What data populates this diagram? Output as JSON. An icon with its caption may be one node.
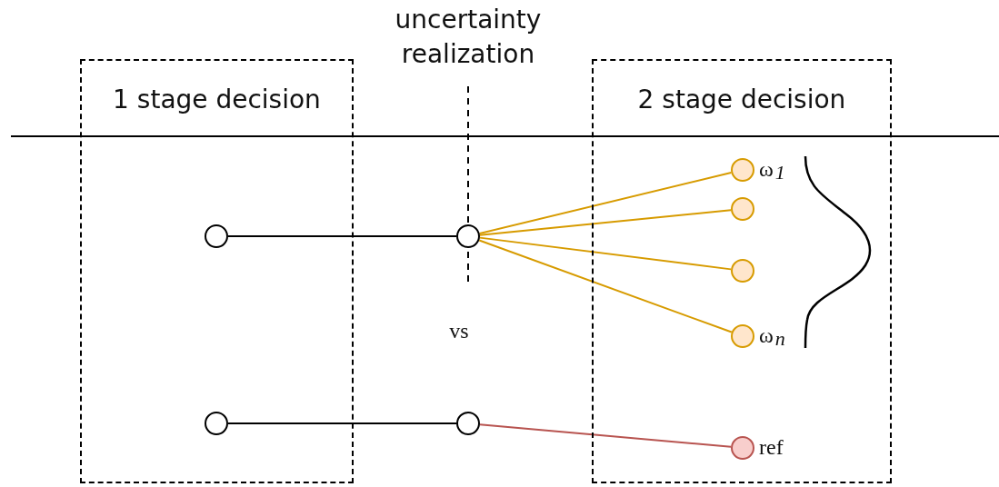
{
  "diagram": {
    "nodes": [
      {
        "text": [
          "1 stage decision"
        ]
      },
      {
        "text": [
          "2 stage decision"
        ]
      },
      {
        "text": [],
        "shape": "circle",
        "in": 0
      },
      {
        "text": [],
        "shape": "circle"
      },
      {
        "text": [],
        "shape": "circle",
        "in": 1,
        "beside": [
          "ω$_{1}$"
        ]
      },
      {
        "text": [],
        "shape": "circle",
        "in": 1
      },
      {
        "text": [],
        "shape": "circle",
        "in": 1
      },
      {
        "text": [],
        "shape": "circle",
        "in": 1,
        "beside": [
          "ω$_{n}$"
        ]
      },
      {
        "text": [],
        "shape": "circle",
        "in": 0
      },
      {
        "text": [],
        "shape": "circle"
      },
      {
        "text": [],
        "shape": "circle",
        "in": 1,
        "beside": [
          "ref"
        ]
      }
    ],
    "edges": [
      {
        "from": 2,
        "to": 3,
        "arrow": "none",
        "color": "#000000"
      },
      {
        "from": 3,
        "to": 4,
        "arrow": "none",
        "color": "#d79b00"
      },
      {
        "from": 3,
        "to": 5,
        "arrow": "none",
        "color": "#d79b00"
      },
      {
        "from": 3,
        "to": 6,
        "arrow": "none",
        "color": "#d79b00"
      },
      {
        "from": 3,
        "to": 7,
        "arrow": "none",
        "color": "#d79b00"
      },
      {
        "from": 8,
        "to": 9,
        "arrow": "none",
        "color": "#000000"
      },
      {
        "from": 9,
        "to": 10,
        "arrow": "none",
        "color": "#b85450"
      }
    ],
    "labels": [
      "uncertainty realization",
      "vs"
    ]
  }
}
